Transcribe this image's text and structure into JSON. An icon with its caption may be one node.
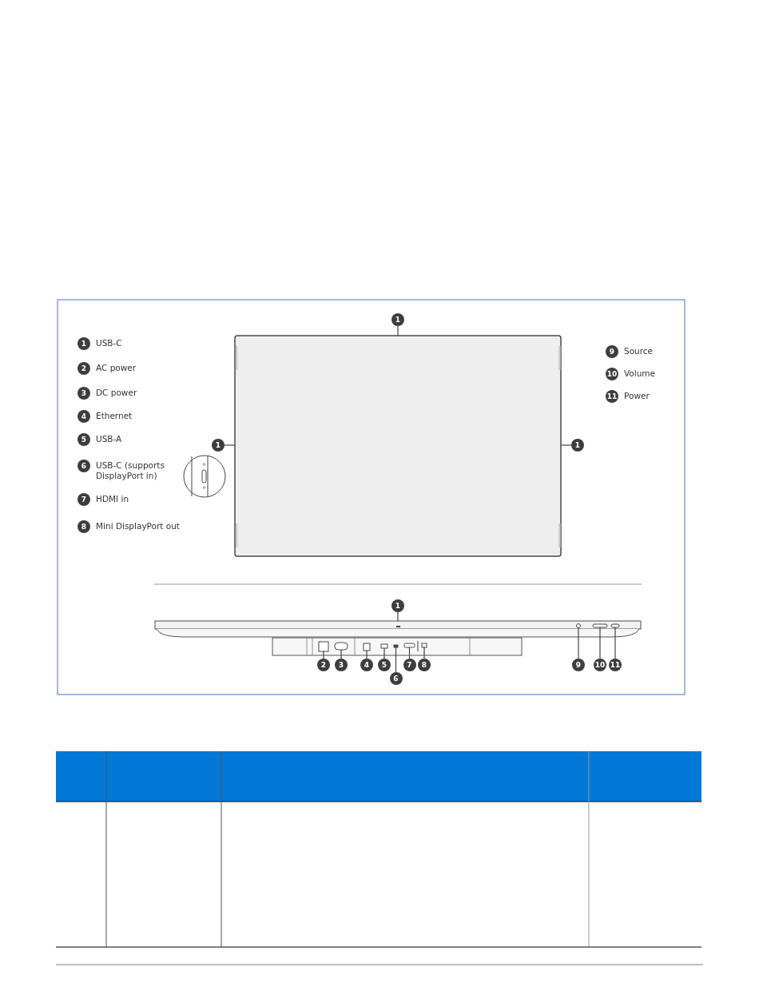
{
  "diagram": {
    "nodes": [
      {
        "text": [
          "1"
        ]
      },
      {
        "text": [
          "1"
        ]
      },
      {
        "text": [
          "1"
        ]
      },
      {
        "text": [
          "1"
        ]
      },
      {
        "text": [
          "2"
        ]
      },
      {
        "text": [
          "3"
        ]
      },
      {
        "text": [
          "4"
        ]
      },
      {
        "text": [
          "5"
        ]
      },
      {
        "text": [
          "6"
        ]
      },
      {
        "text": [
          "7"
        ]
      },
      {
        "text": [
          "8"
        ]
      },
      {
        "text": [
          "9"
        ]
      },
      {
        "text": [
          "10"
        ]
      },
      {
        "text": [
          "11"
        ]
      },
      {
        "text": [],
        "shape": "box"
      },
      {
        "text": [],
        "shape": "box"
      },
      {
        "text": [],
        "shape": "box",
        "in": 15
      },
      {
        "text": [],
        "shape": "box",
        "in": 15
      },
      {
        "text": [],
        "shape": "box",
        "in": 15
      },
      {
        "text": [],
        "shape": "box",
        "in": 15
      },
      {
        "text": [],
        "shape": "box",
        "in": 15
      },
      {
        "text": [],
        "shape": "box",
        "in": 15
      },
      {
        "text": [],
        "shape": "box",
        "in": 15
      },
      {
        "text": [],
        "shape": "circle",
        "in": 15
      },
      {
        "text": [],
        "shape": "box",
        "in": 15
      },
      {
        "text": [],
        "shape": "box",
        "in": 15
      },
      {
        "text": [
          "1"
        ],
        "beside": [
          "USB-C"
        ]
      },
      {
        "text": [
          "2"
        ],
        "beside": [
          "AC power"
        ]
      },
      {
        "text": [
          "3"
        ],
        "beside": [
          "DC power"
        ]
      },
      {
        "text": [
          "4"
        ],
        "beside": [
          "Ethernet"
        ]
      },
      {
        "text": [
          "5"
        ],
        "beside": [
          "USB-A"
        ]
      },
      {
        "text": [
          "6"
        ],
        "beside": [
          "USB-C (supports DisplayPort in)"
        ]
      },
      {
        "text": [
          "7"
        ],
        "beside": [
          "HDMI in"
        ]
      },
      {
        "text": [
          "8"
        ],
        "beside": [
          "Mini DisplayPort out"
        ]
      },
      {
        "text": [
          "9"
        ],
        "beside": [
          "Source"
        ]
      },
      {
        "text": [
          "10"
        ],
        "beside": [
          "Volume"
        ]
      },
      {
        "text": [
          "11"
        ],
        "beside": [
          "Power"
        ]
      }
    ],
    "edges": [
      {
        "from": 0,
        "to": 14,
        "arrow": "none"
      },
      {
        "from": 1,
        "to": 14,
        "arrow": "none"
      },
      {
        "from": 2,
        "to": 14,
        "arrow": "none"
      },
      {
        "from": 3,
        "to": 15,
        "arrow": "none"
      },
      {
        "from": 4,
        "to": 16,
        "arrow": "none"
      },
      {
        "from": 5,
        "to": 17,
        "arrow": "none"
      },
      {
        "from": 6,
        "to": 18,
        "arrow": "none"
      },
      {
        "from": 7,
        "to": 19,
        "arrow": "none"
      },
      {
        "from": 8,
        "to": 20,
        "arrow": "none"
      },
      {
        "from": 9,
        "to": 21,
        "arrow": "none"
      },
      {
        "from": 10,
        "to": 22,
        "arrow": "none"
      },
      {
        "from": 11,
        "to": 23,
        "arrow": "none"
      },
      {
        "from": 12,
        "to": 24,
        "arrow": "none"
      },
      {
        "from": 13,
        "to": 25,
        "arrow": "none"
      }
    ]
  }
}
